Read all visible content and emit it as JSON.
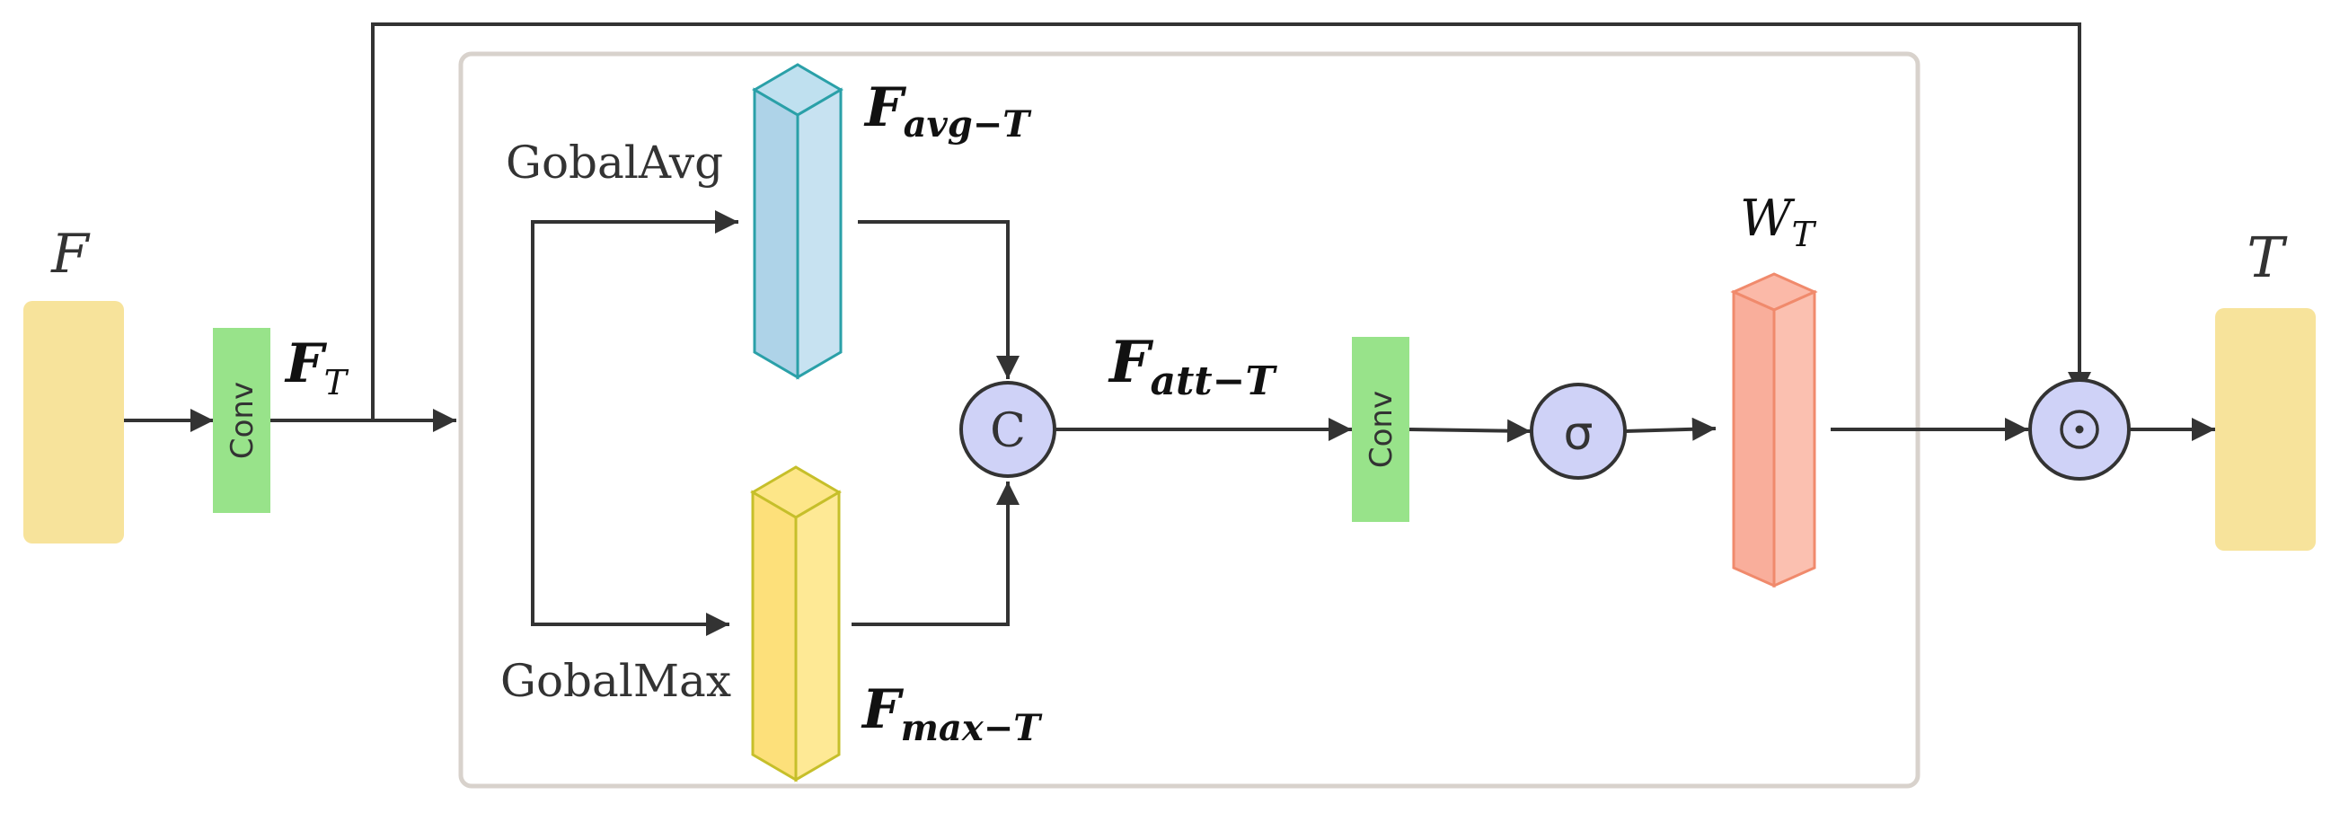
{
  "labels": {
    "input": "F",
    "conv1": "Conv",
    "ft_base": "F",
    "ft_sub": "T",
    "global_avg": "GobalAvg",
    "global_max": "GobalMax",
    "favg_base": "F",
    "favg_sub": "avg−T",
    "fmax_base": "F",
    "fmax_sub": "max−T",
    "concat": "C",
    "fatt_base": "F",
    "fatt_sub": "att−T",
    "conv2": "Conv",
    "sigma": "σ",
    "wt_base": "W",
    "wt_sub": "T",
    "multiply": "⊙",
    "output": "T"
  },
  "colors": {
    "input_block": "#f7e39b",
    "output_block": "#f7e39b",
    "conv": "#98e38a",
    "avg_front": "#aed3e8",
    "avg_side": "#c7e2f1",
    "avg_top": "#bfe0ef",
    "avg_stroke": "#2aa0a8",
    "max_front": "#fde07a",
    "max_side": "#fee995",
    "max_top": "#fde688",
    "max_stroke": "#c6bf2a",
    "wt_front": "#f9ae9b",
    "wt_side": "#fbc0b0",
    "wt_top": "#fbb9a8",
    "wt_stroke": "#f08a6c",
    "op_circle": "#cfd2f7",
    "line": "#333333",
    "frame": "#d8d2cc"
  }
}
